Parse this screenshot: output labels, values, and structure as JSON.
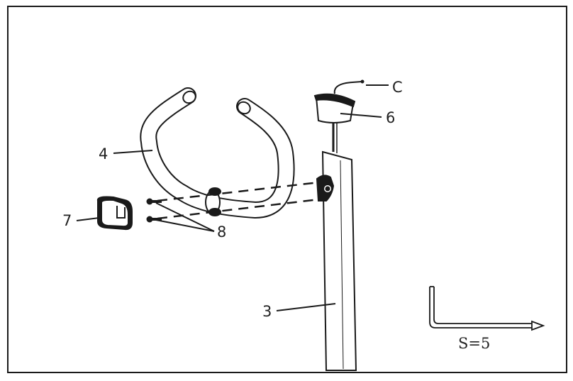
{
  "diagram": {
    "callouts": {
      "c": "C",
      "six": "6",
      "four": "4",
      "seven": "7",
      "eight": "8",
      "three": "3"
    },
    "tool": {
      "label": "S=5",
      "icon": "allen-key-icon"
    },
    "colors": {
      "line": "#1a1a1a",
      "background": "#ffffff"
    }
  }
}
